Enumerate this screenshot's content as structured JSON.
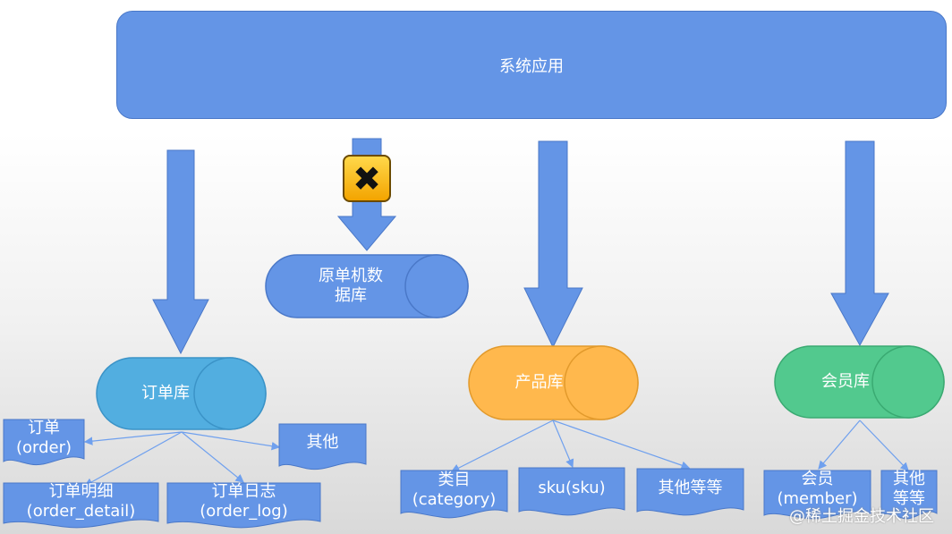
{
  "banner": {
    "label": "系统应用"
  },
  "databases": {
    "original": {
      "line1": "原单机数",
      "line2": "据库"
    },
    "order": "订单库",
    "product": "产品库",
    "member": "会员库"
  },
  "order_tables": {
    "order": {
      "line1": "订单",
      "line2": "(order)"
    },
    "other": {
      "line1": "其他"
    },
    "order_detail": {
      "line1": "订单明细",
      "line2": "(order_detail)"
    },
    "order_log": {
      "line1": "订单日志",
      "line2": "(order_log)"
    }
  },
  "product_tables": {
    "category": {
      "line1": "类目",
      "line2": "(category)"
    },
    "sku": {
      "line1": "sku(sku)"
    },
    "other": {
      "line1": "其他等等"
    }
  },
  "member_tables": {
    "member": {
      "line1": "会员",
      "line2": "(member)"
    },
    "other": {
      "line1": "其他",
      "line2": "等等"
    }
  },
  "warning_icon": {
    "icon": "warning-x-icon",
    "glyph": "✖"
  },
  "watermark": "@稀土掘金技术社区",
  "colors": {
    "arrow": "#6495e6",
    "original_db": "#6495e6",
    "order_db": "#52aee0",
    "product_db": "#ffb84d",
    "member_db": "#52c98e",
    "doc": "#6495e6"
  }
}
